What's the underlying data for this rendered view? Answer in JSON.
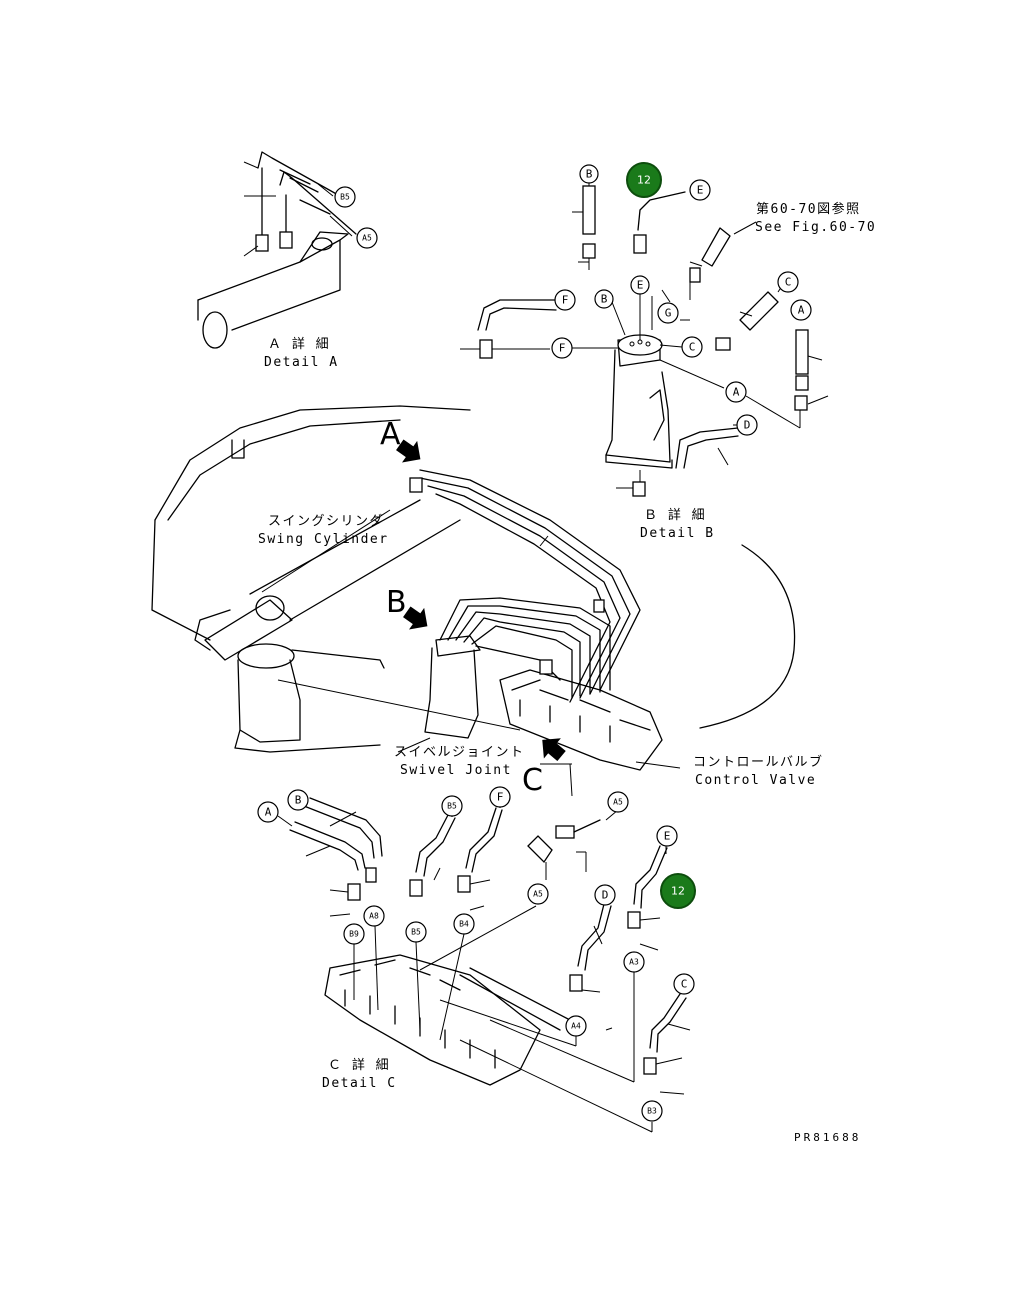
{
  "detail_a": {
    "jp": "Ａ 詳 細",
    "en": "Detail A"
  },
  "detail_b": {
    "jp": "Ｂ 詳 細",
    "en": "Detail B"
  },
  "detail_c": {
    "jp": "Ｃ 詳 細",
    "en": "Detail C"
  },
  "swing_cylinder": {
    "jp": "スイングシリンダ",
    "en": "Swing Cylinder"
  },
  "swivel_joint": {
    "jp": "スイベルジョイント",
    "en": "Swivel Joint"
  },
  "control_valve": {
    "jp": "コントロールバルブ",
    "en": "Control Valve"
  },
  "see_fig": {
    "jp": "第60-70図参照",
    "en": "See Fig.60-70"
  },
  "view_letters": {
    "a": "A",
    "b": "B",
    "c": "C"
  },
  "callouts": {
    "detail_a": [
      "B5",
      "A5"
    ],
    "detail_b": [
      "B",
      "E",
      "E",
      "B",
      "G",
      "F",
      "F",
      "C",
      "C",
      "A",
      "A",
      "D"
    ],
    "detail_c": [
      "A",
      "B",
      "B5",
      "F",
      "A5",
      "E",
      "A5",
      "A8",
      "B9",
      "B5",
      "B4",
      "D",
      "A3",
      "C",
      "A4",
      "B3"
    ]
  },
  "badges": [
    "12",
    "12"
  ],
  "drawing_number": "PR81688",
  "colors": {
    "badge": "#1a7a1a",
    "line": "#000000"
  }
}
